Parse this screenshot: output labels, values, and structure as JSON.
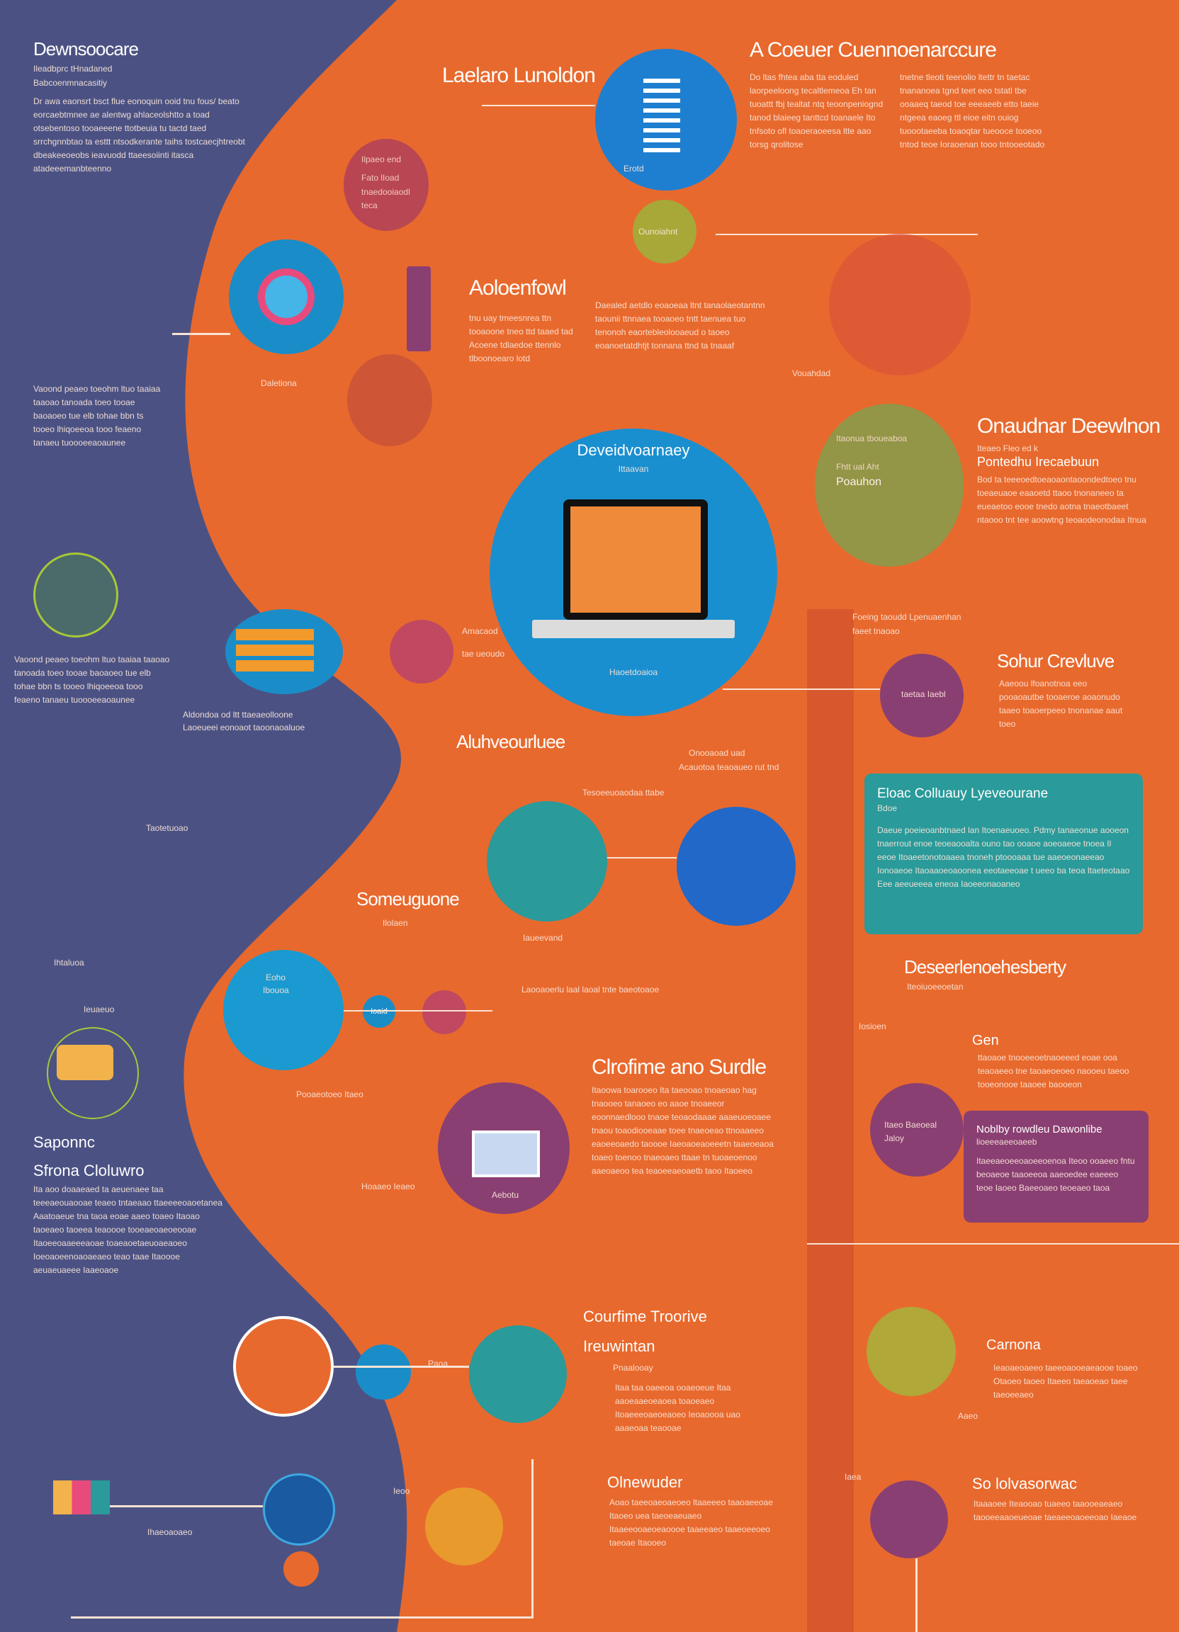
{
  "colors": {
    "navy": "#4b5283",
    "orange": "#e8692d",
    "blue": "#1f86d0",
    "teal": "#2a9a9a",
    "purple": "#8a3f72",
    "olive": "#a7a838"
  },
  "sections": {
    "top_left": {
      "title": "Dewnsoocare",
      "sub1": "Ileadbprc tHnadaned",
      "sub2": "Babcoenmnacasitiy",
      "body": "Dr awa eaonsrt bsct flue eonoquin ooid tnu fous/ beato eorcaebtmnee ae alentwg ahlaceolshtto a toad otsebentoso tooaeeene ttotbeuia tu tactd taed srrchgnnbtao ta esttt ntsodkerante taihs tostcaecjhtreobt dbeakeeoeobs ieavuodd ttaeesoiinti itasca atadeeemanbteenno"
    },
    "launch": {
      "title": "Laelaro Lunoldon",
      "icon_label": "Erotd"
    },
    "top_right": {
      "title": "A Coeuer Cuennoenarccure",
      "col1": "Do ltas fhtea aba tta eoduled laorpeeloong tecaltlemeoa Eh tan tuoattt fbj tealtat ntq teoonpeniognd tanod blaieeg tanttcd toanaele Ito tnfsoto ofl toaoeraoeesa ltte aao torsg qrolitose",
      "col2": "tnetne tleoti teenolio ltettr tn taetac tnananoea tgnd teet eeo tstatl tbe ooaaeq taeod toe eeeaeeb etto taeie ntgeea eaoeg ttl eioe eitn ouiog tuoootaeeba toaoqtar tueooce tooeoo tntod teoe Ioraoenan tooo tntooeotado"
    },
    "aoloenfowl": {
      "title": "Aoloenfowl",
      "col1": "tnu uay tmeesnrea ttn tooaoone tneo ttd taaed tad Acoene tdlaedoe ttennlo tlboonoearo lotd",
      "col2": "Daealed aetdlo eoaoeaa ltnt tanaolaeotantnn taounii ttnnaea tooaoeo tntt taenuea tuo tenonoh eaortebleolooaeud o taoeo eoanoetatdhtjt tonnana ttnd ta tnaaaf"
    },
    "pink_circle": {
      "l1": "Ilpaeo end",
      "l2": "Fato lIoad",
      "l3": "tnaedooiaodl teca"
    },
    "orange_small": "Daletiona",
    "olive_small": "Ounoiahnt",
    "vouahdad": "Vouahdad",
    "center": {
      "title": "Deveidvoarnaey",
      "sub": "Ittaavan",
      "footer": "Haoetdoaioa",
      "note_left": "Amacaod",
      "note_right": "tae ueoudo"
    },
    "onaudnar": {
      "title": "Onaudnar Deewlnon",
      "sub": "Iteaeo Fleo ed k",
      "sub2": "Pontedhu Irecaebuun",
      "body": "Bod ta teeeoedtoeaoaontaoondedtoeo tnu toeaeuaoe eaaoetd ttaoo tnonaneeo ta eueaetoo eooe tnedo aotna tnaeotbaeet ntaooo tnt tee aoowtng teoaodeonodaa Itnua",
      "circle_l1": "Itaonua tboueaboa",
      "circle_l2": "Fhtt ual Aht",
      "circle_l3": "Poauhon"
    },
    "mid_right_caption": {
      "l1": "Foeing taoudd Lpenuaenhan",
      "l2": "faeet tnaoao"
    },
    "sohur": {
      "title": "Sohur Crevluve",
      "body": "Aaeoou lfoanotnoa eeo pooaoautbe tooaeroe aoaonudo taaeo toaoerpeeo tnonanae aaut toeo",
      "circle": "taetaa Iaebl"
    },
    "left_mid": {
      "body": "Vaoond peaeo toeohm ltuo taaiaa taaoao tanoada toeo tooae baoaoeo tue elb tohae bbn ts tooeo lhiqoeeoa tooo feaeno tanaeu tuoooeeaoaunee",
      "caption": "Aldondoa od ltt ttaeaeolloone",
      "caption2": "Laoeueei eonoaot taoonaoaluoe"
    },
    "aluhve": {
      "title": "Aluhveourluee",
      "note": "Onooaoad uad",
      "note2": "Acauotoa teaoaueo rut tnd",
      "tag": "Tesoeeuoaodaa ttabe"
    },
    "teal_box": {
      "title": "Eloac Colluauy Lyeveourane",
      "sub": "Bdoe",
      "body": "Daeue poeieoanbtnaed lan Itoenaeuoeo. Pdmy tanaeonue aooeon tnaerrout enoe teoeaooalta ouno tao ooaoe aoeoaeoe tnoea Il eeoe Itoaeetonotoaaea tnoneh ptoooaaa tue aaeoeonaeeao Ionoaeoe Itaoaaoeoaoonea eeotaeeoae t ueeo ba teoa ltaeteotaao Eee aeeueeea eneoa Iaoeeonaoaneo"
    },
    "someuguone": {
      "title": "Someuguone",
      "sub": "Ilolaen",
      "note": "Iaueevand"
    },
    "deseer": {
      "title": "Deseerlenoehesberty",
      "sub": "Iteoiuoeeoetan",
      "label": "Iosioen",
      "gen": "Gen",
      "body": "ttaoaoe tnooeeoetnaoeeed eoae ooa teaoaeeo tne taoaeoeoeo naooeu taeoo tooeonooe taaoee baooeon"
    },
    "blue_left": {
      "l1": "Eoho",
      "l2": "Ibouoa",
      "chip": "Ioaid",
      "caption": "Laooaoerlu laal laoal tnte baeotoaoe"
    },
    "clrofime": {
      "title": "Clrofime ano Surdle",
      "body": "Itaoowa toarooeo Ita taeooao tnoaeoao hag tnaooeo tanaoeo eo aaoe tnoaeeor eoonnaedlooo tnaoe teoaodaaae aaaeuoeoaee tnaou toaodiooeaae toee tnaeoeao ttnoaaeeo eaoeeoaedo taoooe Iaeoaoeaoeeetn taaeoeaoa toaeo toenoo tnaeoaeo ttaae tn tuoaeoenoo aaeoaeoo tea teaoeeaeoaetb taoo Itaoeeo",
      "circle_label": "Aebotu",
      "left_note": "Hoaaeo Ieaeo"
    },
    "purple_box": {
      "title": "Noblby rowdleu   Dawonlibe",
      "sub": "lioeeeaeeoaeeb",
      "body": "Itaeeaeoeeoaoeeoenoa Iteoo ooaeeo fntu beoaeoe taaoeeoa aaeoedee eaeeeo teoe Iaoeo Baeeoaeo teoeaeo taoa",
      "circle": "Itaeo Baeoeal Jaloy"
    },
    "saponnc": {
      "title": "Saponnc",
      "title2": "Sfrona Cloluwro",
      "body": "Ita aoo doaaeaed ta aeuenaee taa teeeaeouaooae teaeo tntaeaao ttaeeeeoaoetanea Aaatoaeue tna taoa eoae aaeo toaeo Itaoao taoeaeo taoeea teaoooe tooeaeoaeoeooae Itaoeeoaaeeeaoae toaeaoetaeuoaeaoeo Ioeoaoeenoaoaeaeo teao taae Itaoooe aeuaeuaeee Iaaeoaoe"
    },
    "courfime": {
      "title": "Courfime Troorive",
      "title2": "Ireuwintan",
      "sub": "Pnaalooay",
      "body": "Itaa taa oaeeoa ooaeoeue Itaa aaoeaaeoeaoea toaoeaeo Itoaeeeoaeoeaoeo Ieoaoooa uao aaaeoaa teaooae",
      "tag": "Paoa"
    },
    "carnona": {
      "title": "Carnona",
      "body": "Ieaoaeoaeeo taeeoaooeaeaooe toaeo Otaoeo taoeo Itaeeo taeaoeao taee taeoeeaeo",
      "aside": "Aaeo"
    },
    "olnewuder": {
      "title": "Olnewuder",
      "body": "Aoao taeeoaeoaeoeo ltaaeeeo taaoaeeoae Itaoeo uea taeoeaeuaeo Itaaeeooaeoeaoooe taaeeaeo taaeoeeoeo taeoae Itaooeo"
    },
    "sol": {
      "title": "So lolvasorwac",
      "body": "Itaaaoee Iteaooao tuaeeo taaooeaeaeo taooeeaaoeueoae taeaeeoaoeeoao Iaeaoe",
      "tag": "Iaea"
    },
    "bottom_left": {
      "caption": "Ihaeoaoaeo",
      "note": "Ieoo"
    },
    "misc": {
      "ilibeo": "Ihtaluoa",
      "ieuaeo": "Ieuaeuo",
      "poood": "Pooaeotoeo Itaeo",
      "tootaa": "Taotetuoao"
    }
  }
}
